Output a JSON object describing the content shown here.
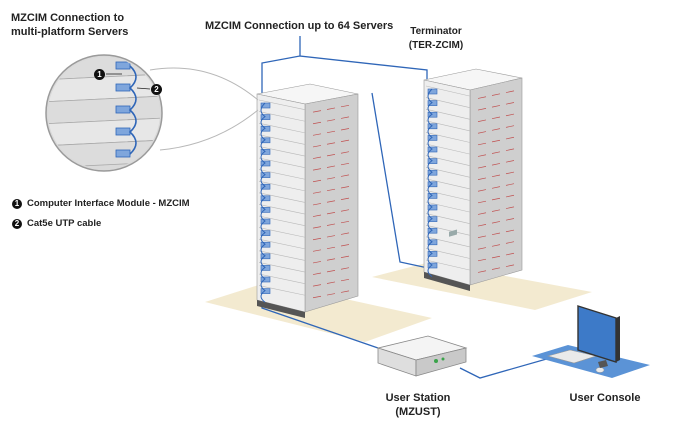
{
  "labels": {
    "multi_platform": [
      "MZCIM Connection to",
      "multi-platform Servers"
    ],
    "up_to_64": "MZCIM Connection up to 64 Servers",
    "terminator": [
      "Terminator",
      "(TER-ZCIM)"
    ],
    "user_station": [
      "User Station",
      "(MZUST)"
    ],
    "user_console": "User Console"
  },
  "callouts": {
    "one": "1",
    "two": "2"
  },
  "legend": [
    {
      "num": "1",
      "text": "Computer Interface Module - MZCIM"
    },
    {
      "num": "2",
      "text": "Cat5e UTP cable"
    }
  ],
  "colors": {
    "cable": "#2f66b8",
    "floor": "#f3ead0",
    "rack_front": "#eeeeee",
    "rack_side": "#cfcfcf",
    "server_line": "#c05050",
    "monitor": "#3d7ac8",
    "keyboard_mat": "#5b93d6"
  }
}
